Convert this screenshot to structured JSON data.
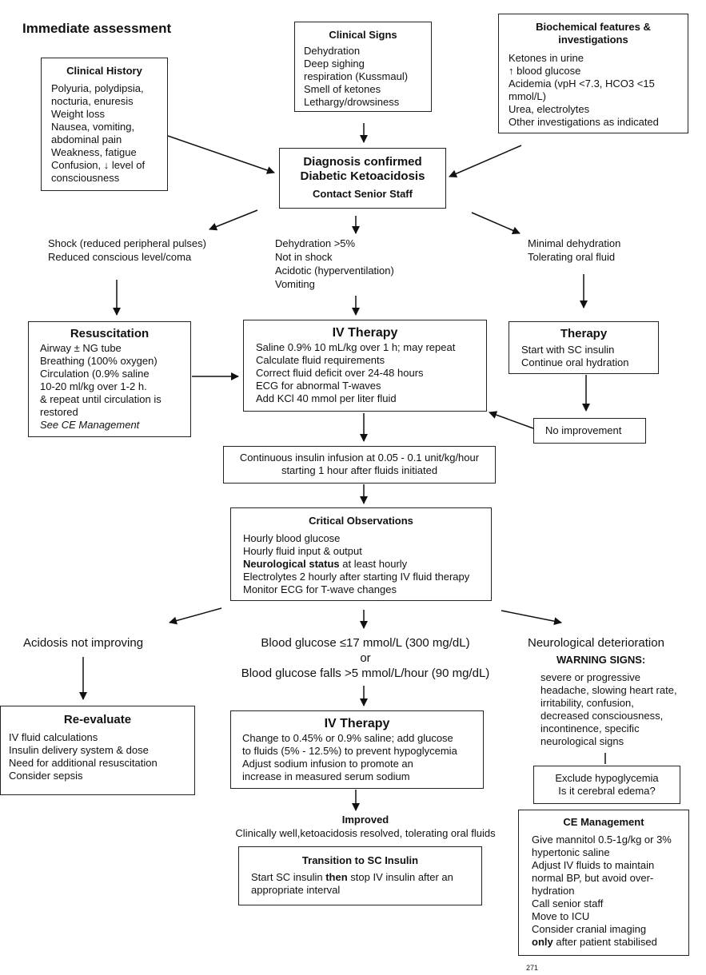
{
  "heading": "Immediate assessment",
  "clinical_history": {
    "title": "Clinical History",
    "lines": [
      "Polyuria, polydipsia,",
      "nocturia, enuresis",
      "Weight loss",
      "Nausea, vomiting,",
      "abdominal pain",
      "Weakness, fatigue",
      "Confusion, ↓ level of",
      "consciousness"
    ]
  },
  "clinical_signs": {
    "title": "Clinical Signs",
    "lines": [
      "Dehydration",
      "Deep sighing",
      "respiration (Kussmaul)",
      "Smell of ketones",
      "Lethargy/drowsiness"
    ]
  },
  "biochemical": {
    "title_line1": "Biochemical features &",
    "title_line2": "investigations",
    "lines": [
      "Ketones in urine",
      "↑ blood glucose",
      "Acidemia (vpH <7.3, HCO3 <15",
      "mmol/L)",
      "Urea, electrolytes",
      "Other investigations as indicated"
    ]
  },
  "diagnosis": {
    "line1": "Diagnosis confirmed",
    "line2": "Diabetic Ketoacidosis",
    "line3": "Contact Senior Staff"
  },
  "shock": {
    "lines": [
      "Shock (reduced peripheral pulses)",
      "Reduced conscious level/coma"
    ]
  },
  "dehydration": {
    "lines": [
      "Dehydration >5%",
      "Not in shock",
      "Acidotic (hyperventilation)",
      "Vomiting"
    ]
  },
  "minimal": {
    "lines": [
      "Minimal dehydration",
      "Tolerating oral fluid"
    ]
  },
  "resuscitation": {
    "title": "Resuscitation",
    "lines": [
      "Airway ± NG tube",
      "Breathing (100% oxygen)",
      "Circulation (0.9% saline",
      "10-20 ml/kg over 1-2 h.",
      "& repeat until circulation is",
      "restored"
    ],
    "italic": "See CE Management"
  },
  "iv_therapy_1": {
    "title": "IV Therapy",
    "lines": [
      "Saline 0.9% 10 mL/kg over 1 h; may repeat",
      "Calculate fluid requirements",
      "Correct fluid deficit over 24-48 hours",
      "ECG for abnormal T-waves",
      "Add KCl 40 mmol per liter fluid"
    ]
  },
  "therapy": {
    "title": "Therapy",
    "lines": [
      "Start with SC insulin",
      "Continue oral hydration"
    ]
  },
  "no_improvement": "No improvement",
  "insulin_infusion": {
    "line1": "Continuous insulin infusion at 0.05 - 0.1 unit/kg/hour",
    "line2": "starting 1 hour after fluids initiated"
  },
  "critical_obs": {
    "title": "Critical Observations",
    "lines": [
      "Hourly blood glucose",
      "Hourly fluid input & output"
    ],
    "bold_part": "Neurological status",
    "bold_rest": " at least hourly",
    "lines2": [
      "Electrolytes 2 hourly after starting IV fluid therapy",
      "Monitor ECG for T-wave changes"
    ]
  },
  "acidosis": "Acidosis not improving",
  "glucose_cond": {
    "line1": "Blood glucose ≤17 mmol/L (300 mg/dL)",
    "line2": "or",
    "line3": "Blood glucose falls >5 mmol/L/hour (90 mg/dL)"
  },
  "neuro": {
    "title": "Neurological deterioration",
    "warning": "WARNING SIGNS:",
    "lines": [
      "severe or progressive",
      "headache, slowing heart rate,",
      "irritability, confusion,",
      "decreased consciousness,",
      "incontinence, specific",
      "neurological signs"
    ]
  },
  "reevaluate": {
    "title": "Re-evaluate",
    "lines": [
      "IV fluid calculations",
      "Insulin delivery system & dose",
      "Need for additional resuscitation",
      "Consider sepsis"
    ]
  },
  "iv_therapy_2": {
    "title": "IV Therapy",
    "lines": [
      "Change to 0.45% or 0.9% saline; add glucose",
      "to fluids (5% - 12.5%) to prevent hypoglycemia",
      "Adjust sodium infusion to promote an",
      "increase in measured serum sodium"
    ]
  },
  "exclude": {
    "line1": "Exclude hypoglycemia",
    "line2": "Is it cerebral edema?"
  },
  "improved": {
    "title": "Improved",
    "line": "Clinically well,ketoacidosis resolved, tolerating oral fluids"
  },
  "transition": {
    "title": "Transition to SC Insulin",
    "pre": "Start SC insulin ",
    "bold": "then",
    "post": " stop IV insulin after an",
    "line2": "appropriate interval"
  },
  "ce_management": {
    "title": "CE Management",
    "lines": [
      "Give mannitol 0.5-1g/kg or 3%",
      "hypertonic saline",
      "Adjust IV fluids to maintain",
      "normal BP, but avoid over-",
      "hydration",
      "Call senior staff",
      "Move to ICU",
      "Consider cranial imaging"
    ],
    "bold": "only",
    "last_rest": " after patient stabilised"
  },
  "page_number": "271"
}
